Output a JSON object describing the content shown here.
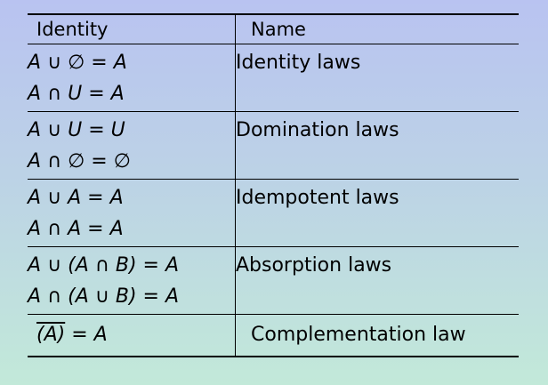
{
  "header": {
    "identity": "Identity",
    "name": "Name"
  },
  "rows": [
    {
      "identities": [
        "A ∪ ∅ = A",
        "A ∩ U = A"
      ],
      "name": "Identity laws"
    },
    {
      "identities": [
        "A ∪ U = U",
        "A ∩ ∅ = ∅"
      ],
      "name": "Domination laws"
    },
    {
      "identities": [
        "A ∪ A = A",
        "A ∩ A = A"
      ],
      "name": "Idempotent laws"
    },
    {
      "identities": [
        "A ∪ (A ∩ B) = A",
        "A ∩ (A ∪ B) = A"
      ],
      "name": "Absorption laws"
    },
    {
      "identities_overline": "(A)",
      "identities_rest": " = A",
      "name": "Complementation law"
    }
  ]
}
